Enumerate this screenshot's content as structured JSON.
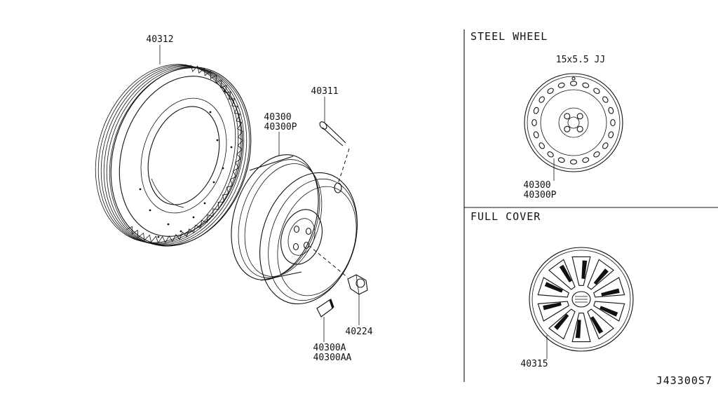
{
  "labels": {
    "tire": "40312",
    "valve": "40311",
    "wheel_a": "40300",
    "wheel_b": "40300P",
    "nut": "40224",
    "weight_a": "40300A",
    "weight_b": "40300AA",
    "cover": "40315",
    "steel_a": "40300",
    "steel_b": "40300P",
    "drawing_code": "J43300S7"
  },
  "sections": {
    "steel_wheel_title": "STEEL WHEEL",
    "steel_wheel_size": "15x5.5 JJ",
    "full_cover_title": "FULL COVER"
  }
}
